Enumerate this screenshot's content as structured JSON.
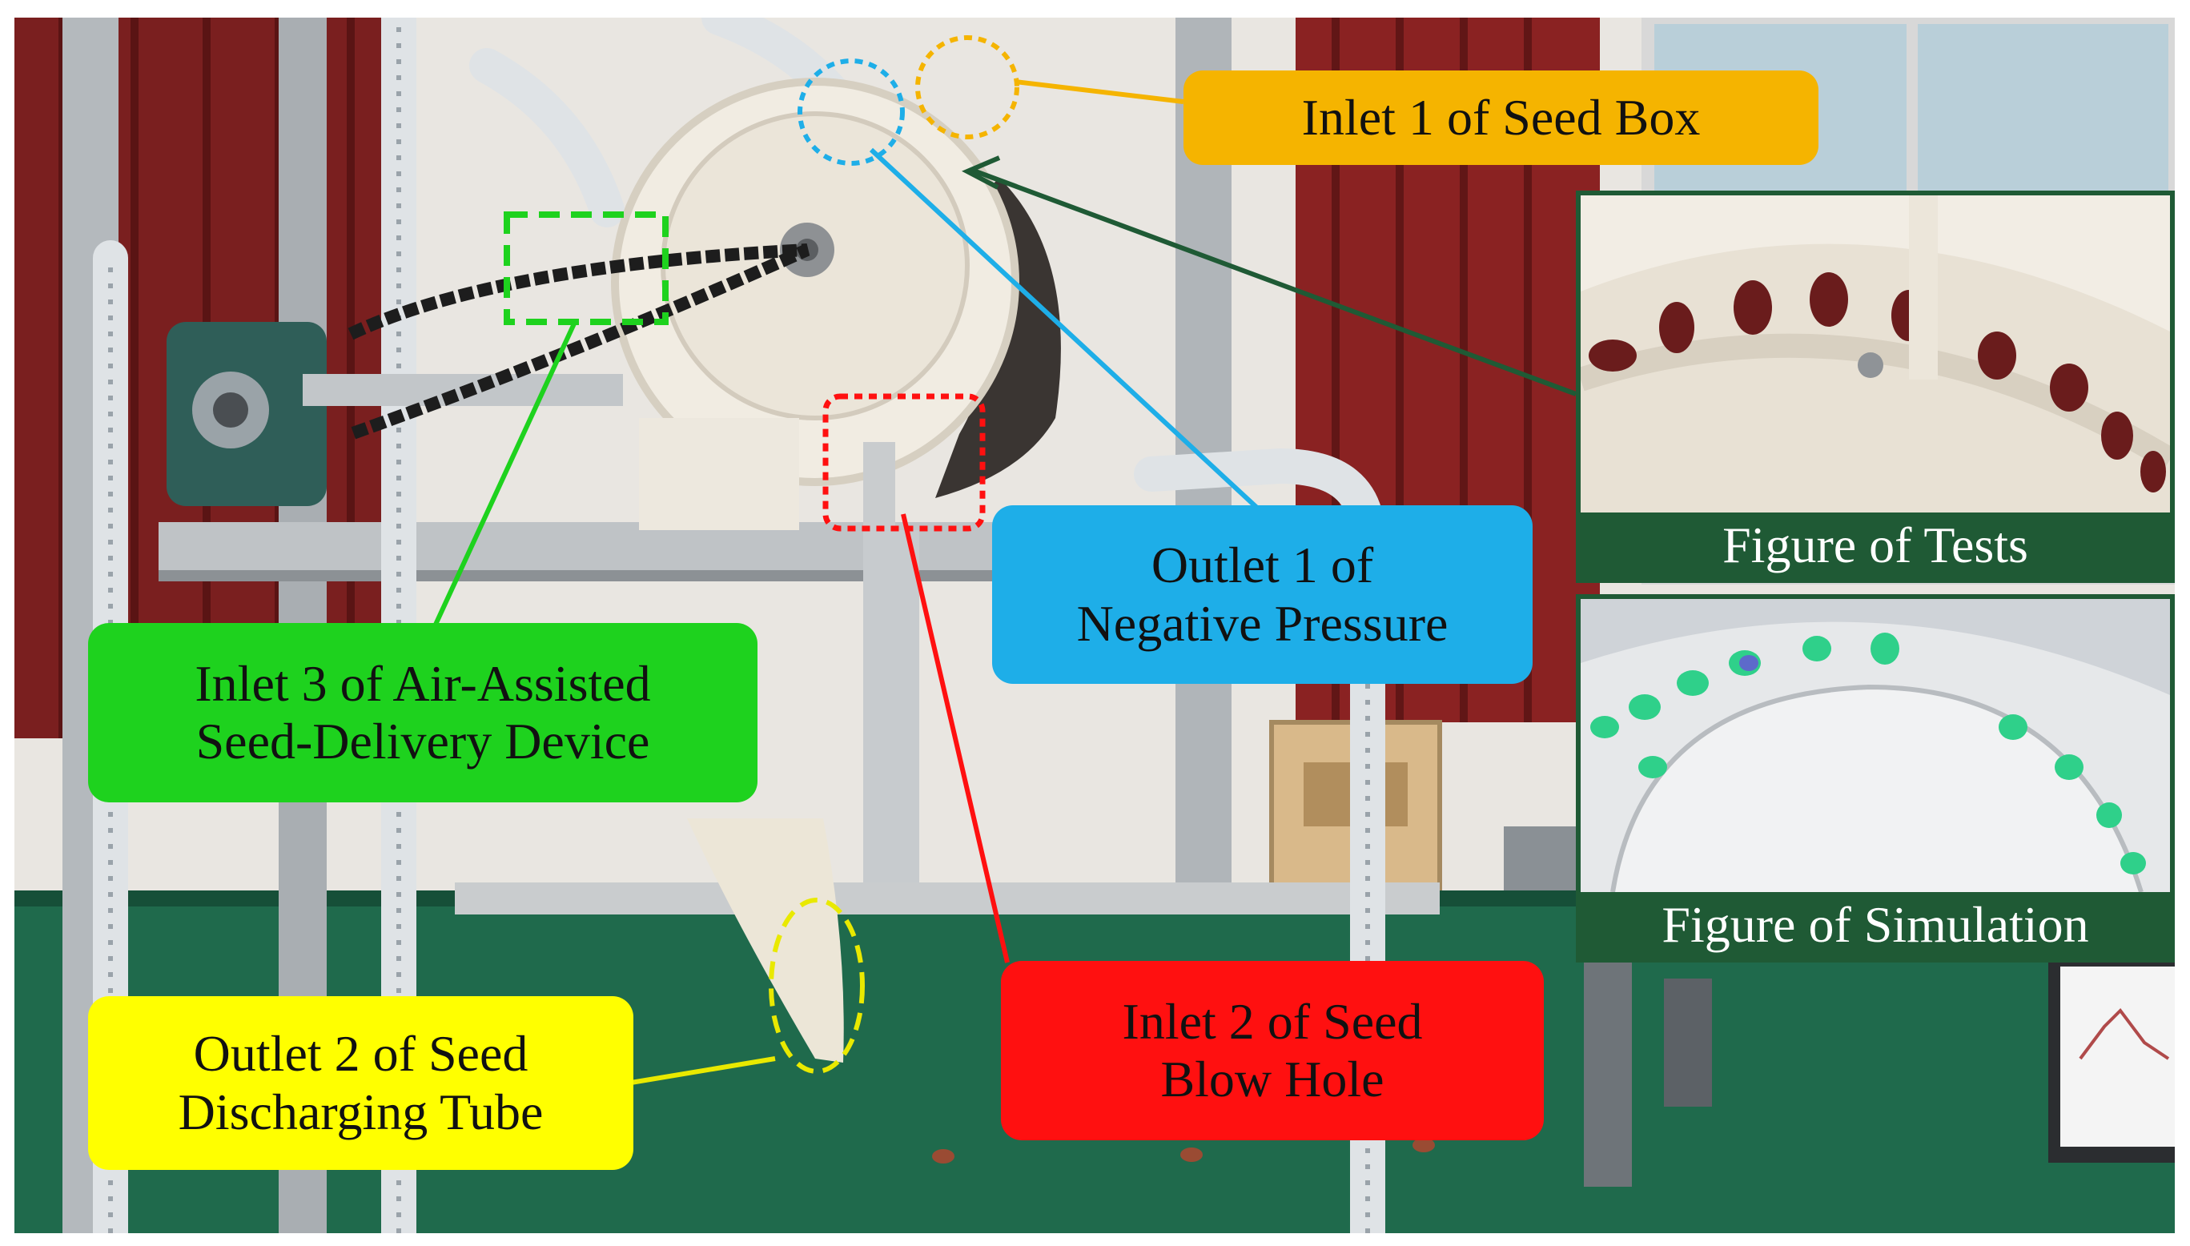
{
  "labels": {
    "inlet1": "Inlet 1 of Seed Box",
    "outlet1_line1": "Outlet 1 of",
    "outlet1_line2": "Negative Pressure",
    "inlet3_line1": "Inlet 3 of Air-Assisted",
    "inlet3_line2": "Seed-Delivery Device",
    "inlet2_line1": "Inlet 2 of Seed",
    "inlet2_line2": "Blow Hole",
    "outlet2_line1": "Outlet 2 of Seed",
    "outlet2_line2": "Discharging Tube"
  },
  "insets": {
    "tests_caption": "Figure of Tests",
    "simulation_caption": "Figure of Simulation"
  },
  "colors": {
    "inlet1": "#f5b400",
    "outlet1": "#1eaee8",
    "inlet3": "#1ed21e",
    "inlet2": "#ff1010",
    "outlet2": "#ffff00",
    "inset_border": "#1f5a35"
  }
}
